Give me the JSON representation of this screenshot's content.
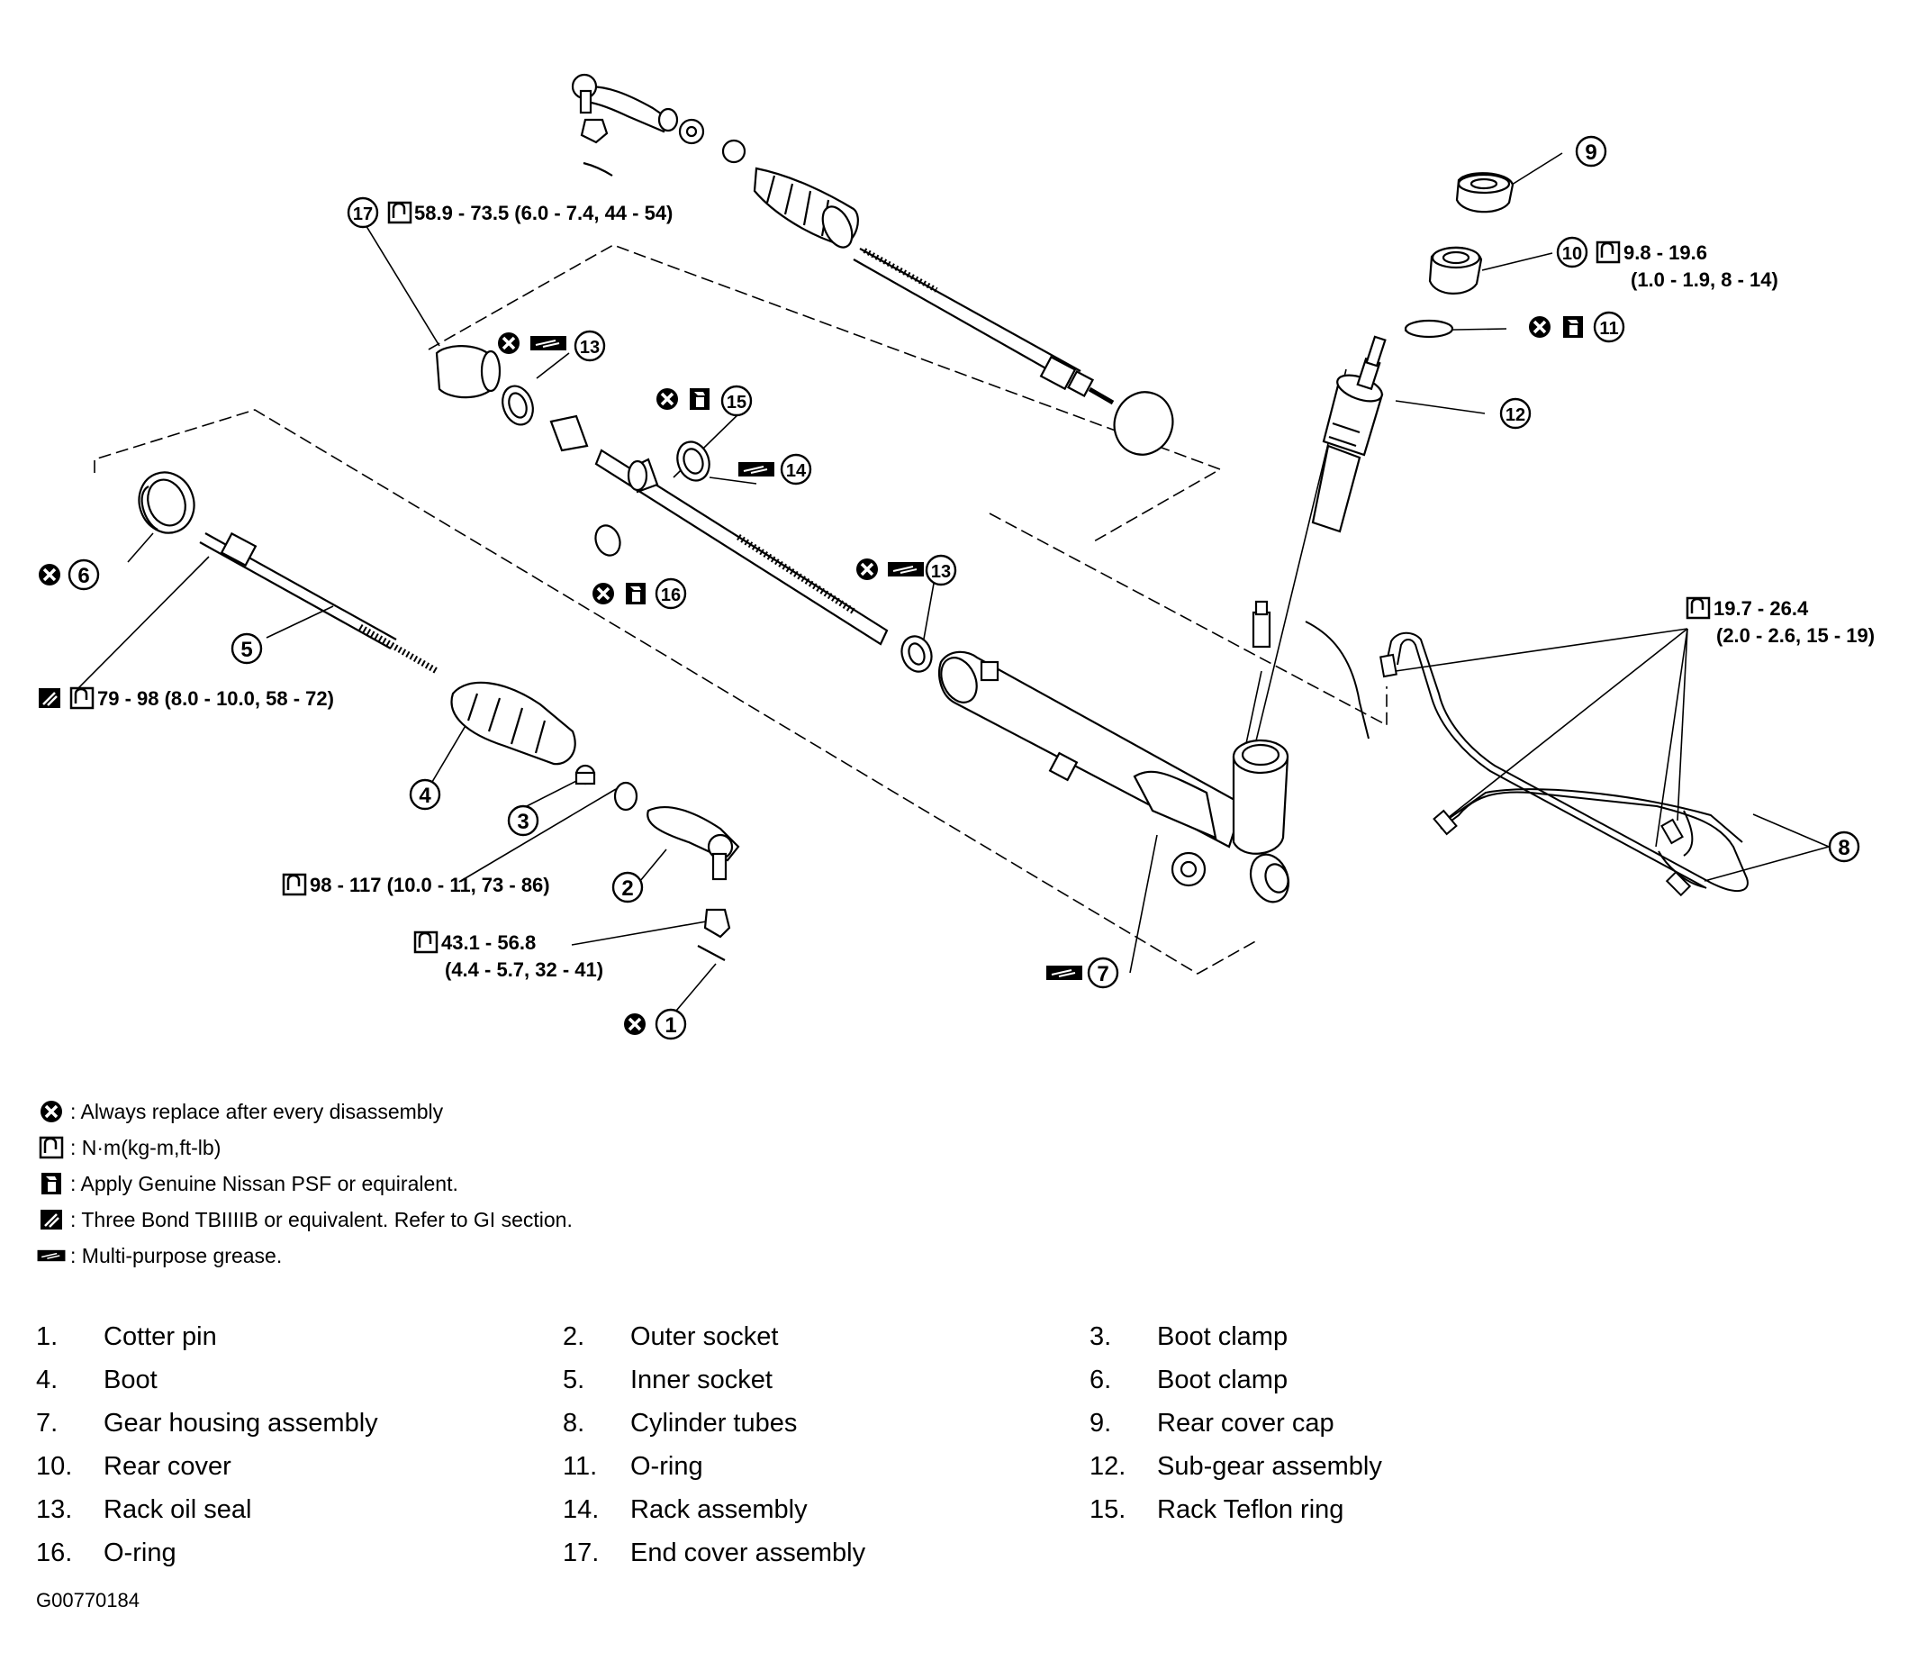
{
  "callouts": {
    "c1": "1",
    "c2": "2",
    "c3": "3",
    "c4": "4",
    "c5": "5",
    "c6": "6",
    "c7": "7",
    "c8": "8",
    "c9": "9",
    "c10": "10",
    "c11": "11",
    "c12": "12",
    "c13a": "13",
    "c13b": "13",
    "c14": "14",
    "c15": "15",
    "c16": "16",
    "c17": "17"
  },
  "torques": {
    "t17": "58.9 - 73.5 (6.0 - 7.4, 44 - 54)",
    "t10_a": "9.8 - 19.6",
    "t10_b": "(1.0 - 1.9, 8 - 14)",
    "t8_a": "19.7 - 26.4",
    "t8_b": "(2.0 - 2.6, 15 - 19)",
    "t5": "79 - 98 (8.0 - 10.0, 58 - 72)",
    "t3": "98 - 117 (10.0 - 11, 73 - 86)",
    "t1_a": "43.1 - 56.8",
    "t1_b": "(4.4 - 5.7, 32 - 41)"
  },
  "legend": [
    {
      "icon": "replace-icon",
      "text": ": Always replace after every disassembly"
    },
    {
      "icon": "torque-icon",
      "text": ": N·m(kg-m,ft-lb)"
    },
    {
      "icon": "psf-icon",
      "text": ": Apply Genuine Nissan PSF or equiralent."
    },
    {
      "icon": "sealant-icon",
      "text": ": Three Bond TBIIIIB or equivalent. Refer to GI section."
    },
    {
      "icon": "grease-icon",
      "text": ": Multi-purpose grease."
    }
  ],
  "parts": [
    {
      "num": "1.",
      "label": "Cotter pin"
    },
    {
      "num": "2.",
      "label": "Outer socket"
    },
    {
      "num": "3.",
      "label": "Boot clamp"
    },
    {
      "num": "4.",
      "label": "Boot"
    },
    {
      "num": "5.",
      "label": "Inner socket"
    },
    {
      "num": "6.",
      "label": "Boot clamp"
    },
    {
      "num": "7.",
      "label": "Gear housing assembly"
    },
    {
      "num": "8.",
      "label": "Cylinder tubes"
    },
    {
      "num": "9.",
      "label": "Rear cover cap"
    },
    {
      "num": "10.",
      "label": "Rear cover"
    },
    {
      "num": "11.",
      "label": "O-ring"
    },
    {
      "num": "12.",
      "label": "Sub-gear assembly"
    },
    {
      "num": "13.",
      "label": "Rack oil seal"
    },
    {
      "num": "14.",
      "label": "Rack assembly"
    },
    {
      "num": "15.",
      "label": "Rack Teflon ring"
    },
    {
      "num": "16.",
      "label": "O-ring"
    },
    {
      "num": "17.",
      "label": "End cover assembly"
    }
  ],
  "figure_id": "G00770184"
}
